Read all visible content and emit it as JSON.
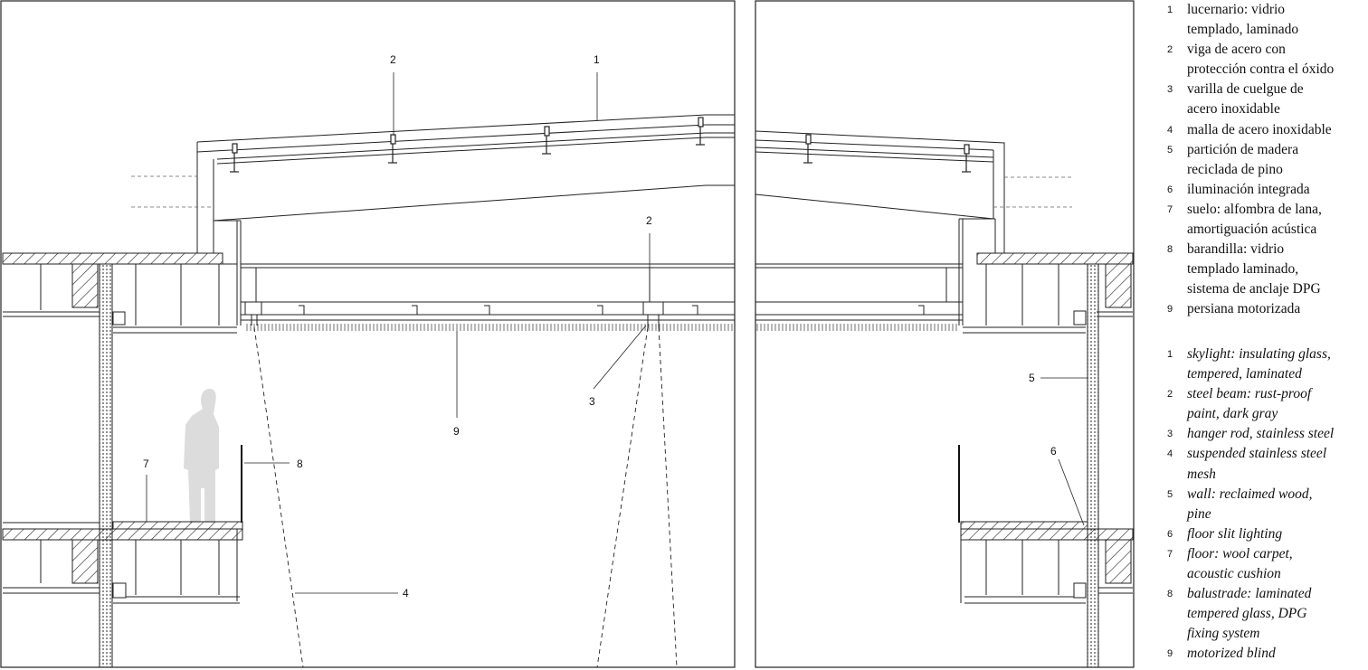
{
  "callouts": {
    "c1": "1",
    "c2a": "2",
    "c2b": "2",
    "c3": "3",
    "c4": "4",
    "c5": "5",
    "c6": "6",
    "c7": "7",
    "c8": "8",
    "c9": "9"
  },
  "legend_es": [
    {
      "num": "1",
      "text": [
        "lucernario: vidrio",
        "templado, laminado"
      ]
    },
    {
      "num": "2",
      "text": [
        "viga de acero con",
        "protección contra el óxido"
      ]
    },
    {
      "num": "3",
      "text": [
        "varilla de cuelgue de",
        "acero inoxidable"
      ]
    },
    {
      "num": "4",
      "text": [
        "malla de acero inoxidable"
      ]
    },
    {
      "num": "5",
      "text": [
        "partición de madera",
        "reciclada de pino"
      ]
    },
    {
      "num": "6",
      "text": [
        "iluminación integrada"
      ]
    },
    {
      "num": "7",
      "text": [
        "suelo: alfombra de lana,",
        "amortiguación acústica"
      ]
    },
    {
      "num": "8",
      "text": [
        "barandilla: vidrio",
        "templado laminado,",
        "sistema de anclaje DPG"
      ]
    },
    {
      "num": "9",
      "text": [
        "persiana motorizada"
      ]
    }
  ],
  "legend_en": [
    {
      "num": "1",
      "text": [
        "skylight: insulating glass,",
        "tempered, laminated"
      ]
    },
    {
      "num": "2",
      "text": [
        "steel beam: rust-proof",
        "paint, dark gray"
      ]
    },
    {
      "num": "3",
      "text": [
        "hanger rod, stainless steel"
      ]
    },
    {
      "num": "4",
      "text": [
        "suspended stainless steel",
        "mesh"
      ]
    },
    {
      "num": "5",
      "text": [
        "wall: reclaimed wood,",
        "pine"
      ]
    },
    {
      "num": "6",
      "text": [
        "floor slit lighting"
      ]
    },
    {
      "num": "7",
      "text": [
        "floor: wool carpet,",
        "acoustic cushion"
      ]
    },
    {
      "num": "8",
      "text": [
        "balustrade: laminated",
        "tempered glass, DPG",
        "fixing system"
      ]
    },
    {
      "num": "9",
      "text": [
        "motorized blind"
      ]
    }
  ]
}
